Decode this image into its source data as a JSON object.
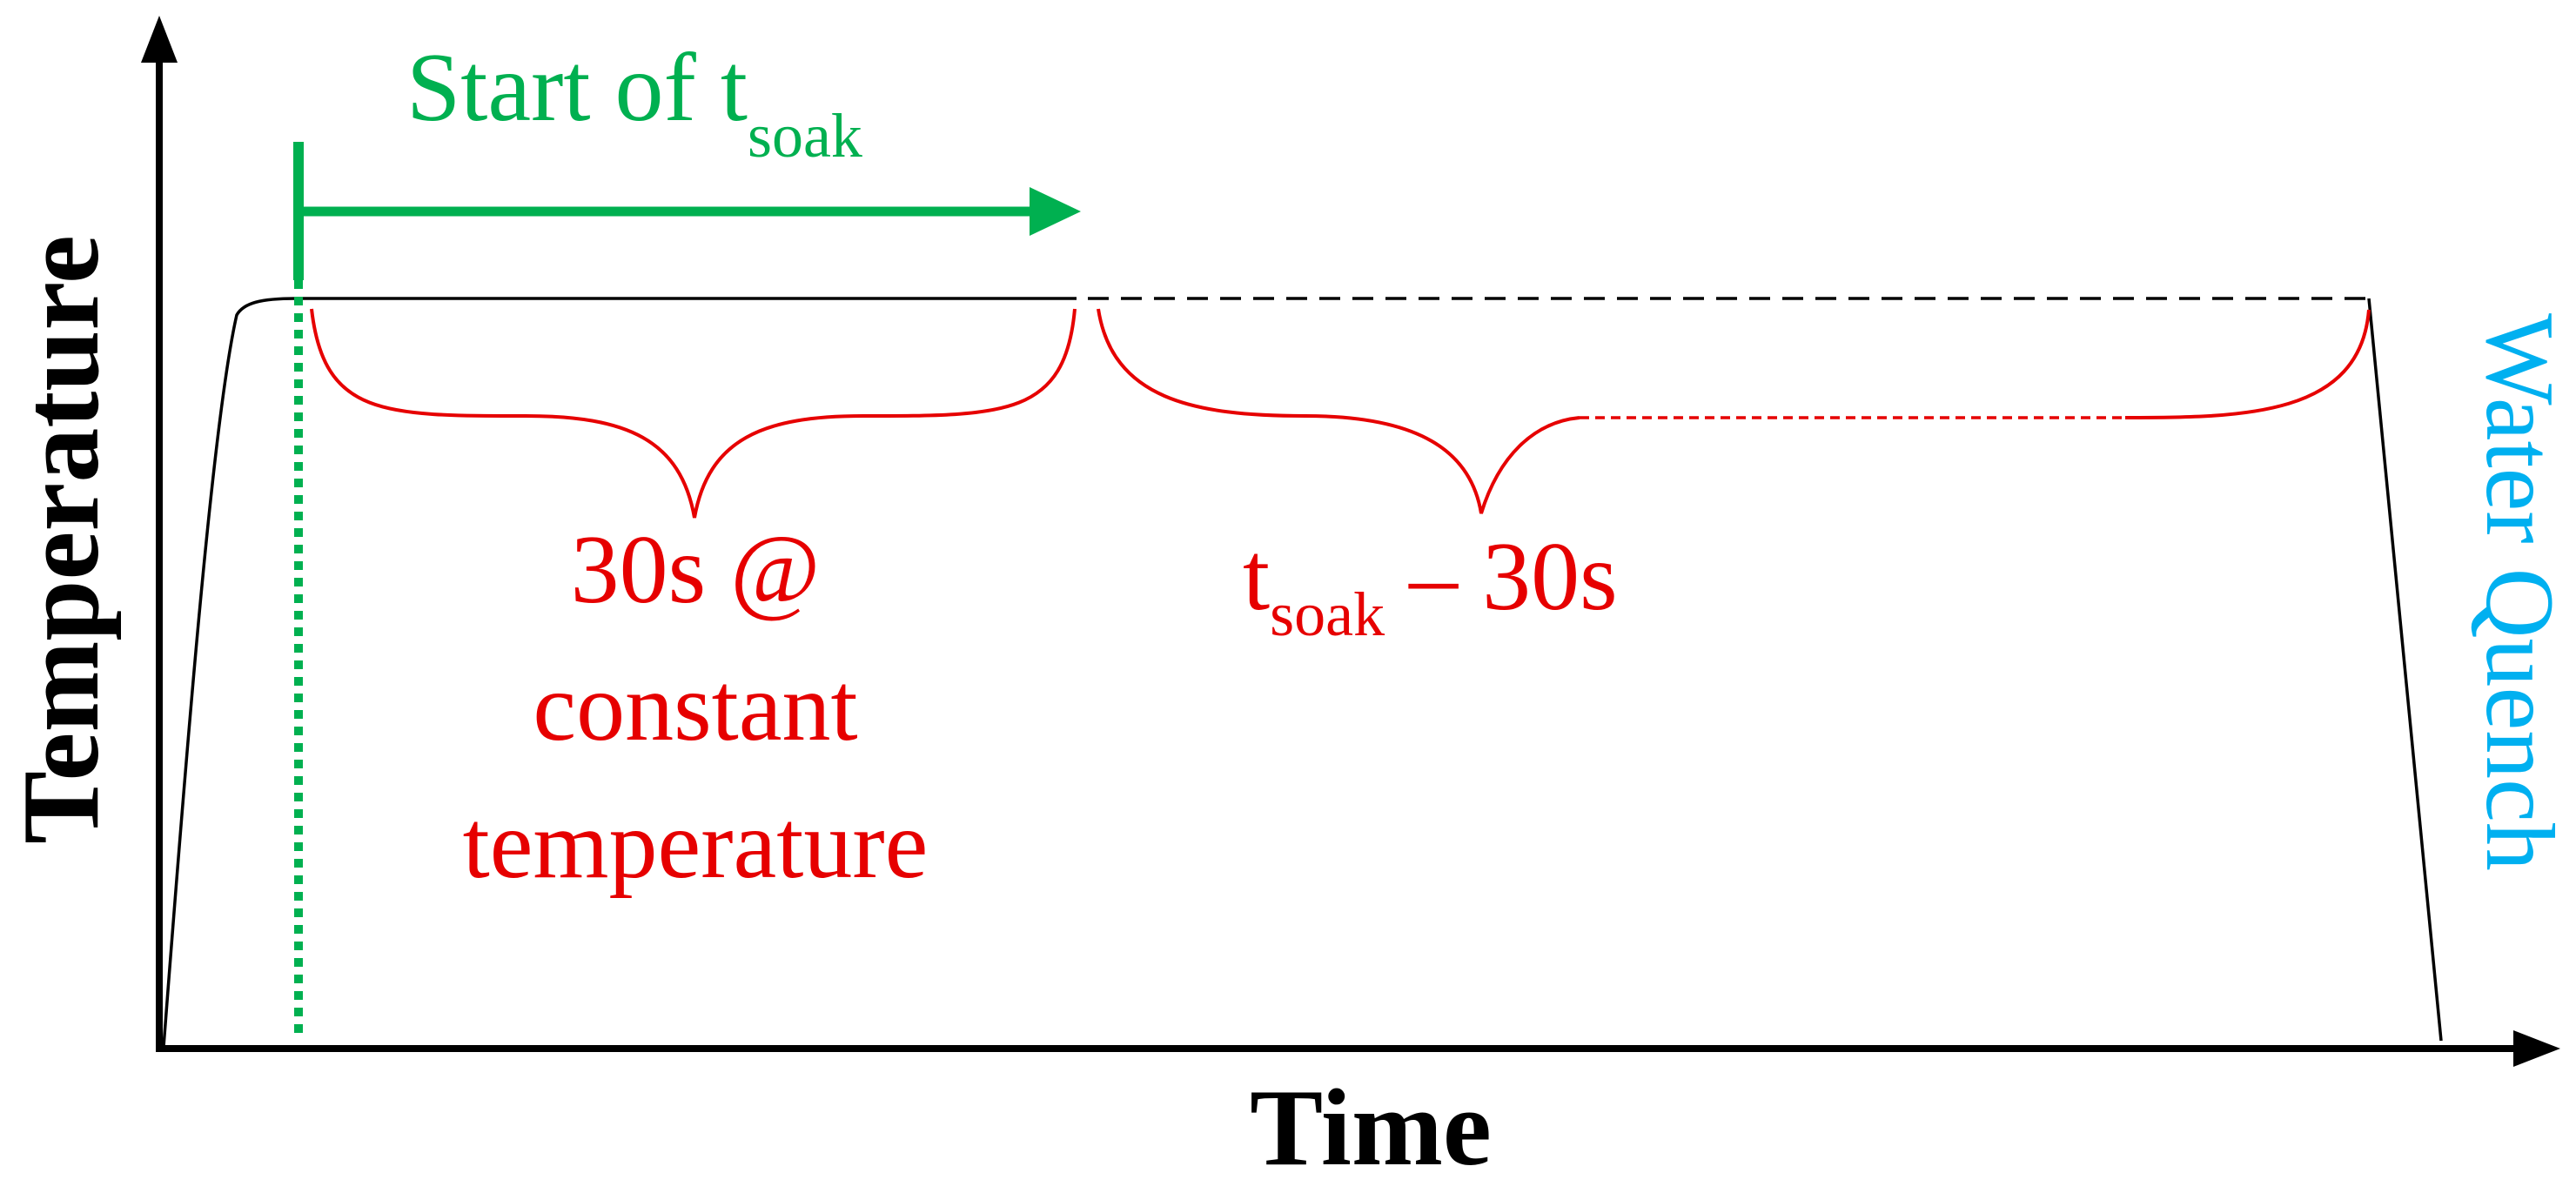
{
  "axes": {
    "y_label": "Temperature",
    "x_label": "Time"
  },
  "labels": {
    "start_soak": {
      "text": "Start of t",
      "sub": "soak"
    },
    "first_interval": [
      "30s @",
      "constant",
      "temperature"
    ],
    "second_interval": {
      "pre": "t",
      "sub": "soak",
      "post": " – 30s"
    },
    "quench": "Water Quench"
  },
  "colors": {
    "axis": "#000000",
    "profile": "#000000",
    "start_marker": "#00b050",
    "brace": "#e60000",
    "quench": "#00b0f0"
  }
}
